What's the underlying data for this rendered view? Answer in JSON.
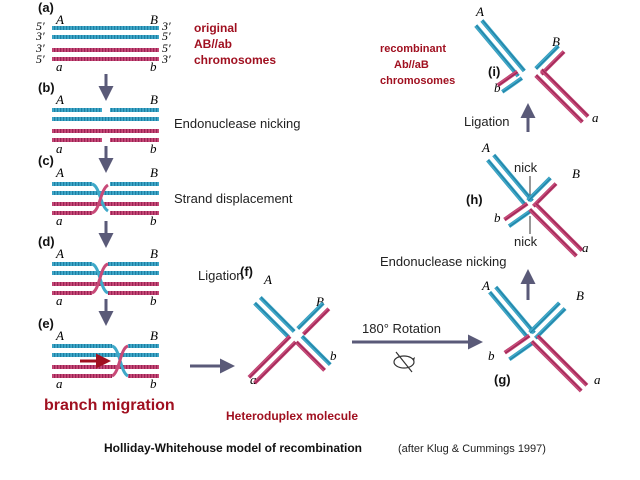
{
  "colors": {
    "blue": "#3fa9c9",
    "blue_tick": "#1f7fa3",
    "red": "#c84a78",
    "red_tick": "#9a2454",
    "arrow": "#5a5a78",
    "accent": "#a01020"
  },
  "steps": {
    "a": "(a)",
    "b": "(b)",
    "c": "(c)",
    "d": "(d)",
    "e": "(e)",
    "f": "(f)",
    "g": "(g)",
    "h": "(h)",
    "i": "(i)"
  },
  "ends": {
    "five": "5′",
    "three": "3′"
  },
  "alleles": {
    "A": "A",
    "B": "B",
    "a": "a",
    "b": "b"
  },
  "captions": {
    "original": [
      "original",
      "AB//ab",
      "chromosomes"
    ],
    "recombinant": [
      "recombinant",
      "Ab//aB",
      "chromosomes"
    ],
    "nicking_b": "Endonuclease nicking",
    "displacement": "Strand displacement",
    "ligation_d": "Ligation",
    "branch_migration": "branch migration",
    "heteroduplex": "Heteroduplex molecule",
    "rotation": "180° Rotation",
    "nicking_h": "Endonuclease nicking",
    "ligation_i": "Ligation",
    "nick": "nick"
  },
  "footer": {
    "title": "Holliday-Whitehouse model of recombination",
    "credit": "(after Klug & Cummings 1997)"
  }
}
